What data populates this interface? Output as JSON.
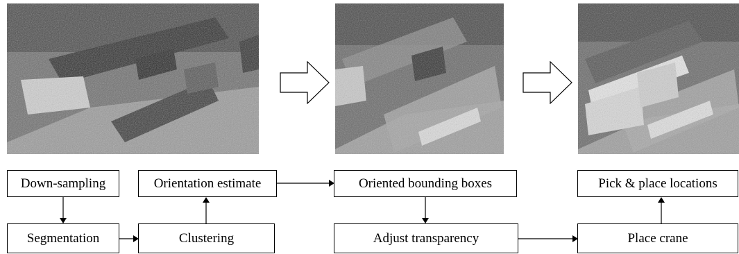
{
  "photos": [
    {
      "name": "point-cloud-raw"
    },
    {
      "name": "point-cloud-bounding-boxes"
    },
    {
      "name": "point-cloud-crane-placed"
    }
  ],
  "flow_boxes": {
    "downsampling": "Down-sampling",
    "segmentation": "Segmentation",
    "clustering": "Clustering",
    "orientation": "Orientation estimate",
    "bounding_boxes": "Oriented bounding boxes",
    "transparency": "Adjust transparency",
    "pick_place": "Pick & place locations",
    "place_crane": "Place crane"
  }
}
